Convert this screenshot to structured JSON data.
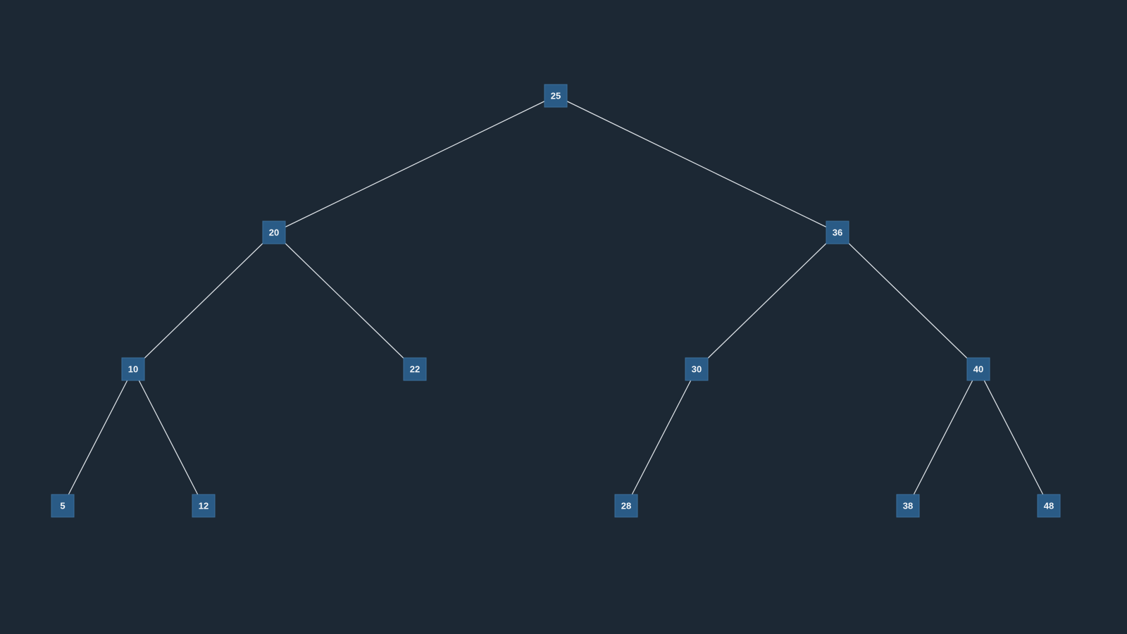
{
  "tree": {
    "colors": {
      "background": "#1c2834",
      "node_fill": "#2a5b86",
      "edge": "#d9dee3",
      "label": "#f2f5f8"
    },
    "nodes": [
      {
        "id": "n25",
        "label": "25",
        "depth": 0
      },
      {
        "id": "n20",
        "label": "20",
        "depth": 1
      },
      {
        "id": "n36",
        "label": "36",
        "depth": 1
      },
      {
        "id": "n10",
        "label": "10",
        "depth": 2
      },
      {
        "id": "n22",
        "label": "22",
        "depth": 2
      },
      {
        "id": "n30",
        "label": "30",
        "depth": 2
      },
      {
        "id": "n40",
        "label": "40",
        "depth": 2
      },
      {
        "id": "n5",
        "label": "5",
        "depth": 3
      },
      {
        "id": "n12",
        "label": "12",
        "depth": 3
      },
      {
        "id": "n28",
        "label": "28",
        "depth": 3
      },
      {
        "id": "n38",
        "label": "38",
        "depth": 3
      },
      {
        "id": "n48",
        "label": "48",
        "depth": 3
      }
    ],
    "edges": [
      {
        "from": "n25",
        "to": "n20"
      },
      {
        "from": "n25",
        "to": "n36"
      },
      {
        "from": "n20",
        "to": "n10"
      },
      {
        "from": "n20",
        "to": "n22"
      },
      {
        "from": "n36",
        "to": "n30"
      },
      {
        "from": "n36",
        "to": "n40"
      },
      {
        "from": "n10",
        "to": "n5"
      },
      {
        "from": "n10",
        "to": "n12"
      },
      {
        "from": "n30",
        "to": "n28"
      },
      {
        "from": "n40",
        "to": "n38"
      },
      {
        "from": "n40",
        "to": "n48"
      }
    ]
  }
}
